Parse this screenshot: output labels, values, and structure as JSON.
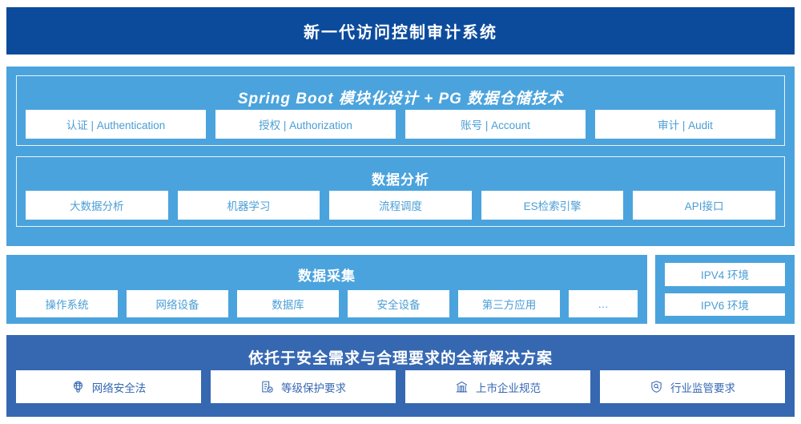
{
  "header": {
    "title": "新一代访问控制审计系统"
  },
  "architecture": {
    "springboot": {
      "title": "Spring Boot 模块化设计 + PG 数据仓储技术",
      "modules": [
        {
          "label": "认证 | Authentication"
        },
        {
          "label": "授权 | Authorization"
        },
        {
          "label": "账号 | Account"
        },
        {
          "label": "审计 | Audit"
        }
      ]
    },
    "analysis": {
      "title": "数据分析",
      "modules": [
        {
          "label": "大数据分析"
        },
        {
          "label": "机器学习"
        },
        {
          "label": "流程调度"
        },
        {
          "label": "ES检索引擎"
        },
        {
          "label": "API接口"
        }
      ]
    },
    "collection": {
      "title": "数据采集",
      "sources": [
        {
          "label": "操作系统"
        },
        {
          "label": "网络设备"
        },
        {
          "label": "数据库"
        },
        {
          "label": "安全设备"
        },
        {
          "label": "第三方应用"
        },
        {
          "label": "…"
        }
      ]
    },
    "environments": {
      "items": [
        {
          "label": "IPV4 环境"
        },
        {
          "label": "IPV6 环境"
        }
      ]
    },
    "compliance": {
      "title": "依托于安全需求与合理要求的全新解决方案",
      "items": [
        {
          "label": "网络安全法",
          "icon": "globe-network-icon"
        },
        {
          "label": "等级保护要求",
          "icon": "document-check-icon"
        },
        {
          "label": "上市企业规范",
          "icon": "bank-building-icon"
        },
        {
          "label": "行业监管要求",
          "icon": "shield-search-icon"
        }
      ]
    }
  },
  "colors": {
    "header_navy": "#0c4b9c",
    "panel_light_blue": "#4ba3dd",
    "panel_mid_blue": "#3668b2",
    "chip_bg": "#ffffff",
    "chip_text_light": "#4a9ed6",
    "chip_text_dark": "#3668b2"
  }
}
